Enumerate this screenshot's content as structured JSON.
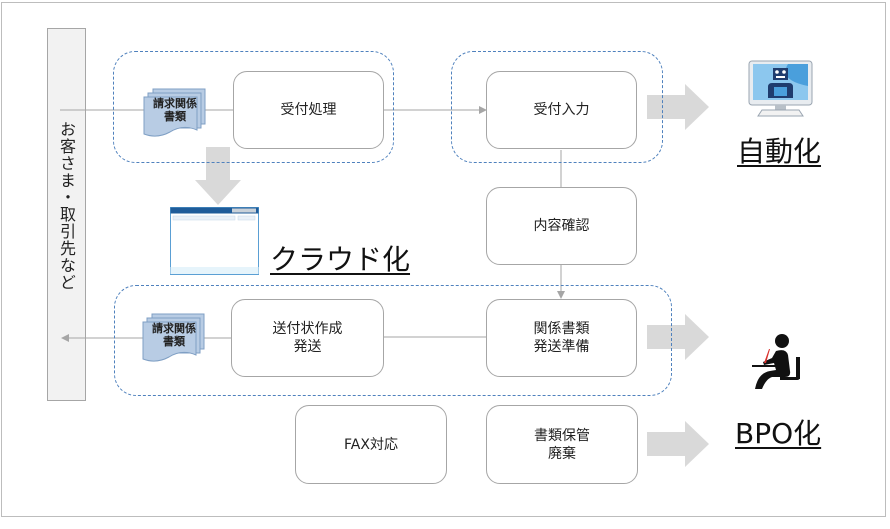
{
  "lane": {
    "label": "お客さま・取引先など"
  },
  "documents": {
    "incoming": "請求関係\n書類",
    "outgoing": "請求関係\n書類"
  },
  "boxes": {
    "uketsuke_shori": "受付処理",
    "uketsuke_nyuryoku": "受付入力",
    "naiyo_kakunin": "内容確認",
    "soufujo_sakusei": "送付状作成\n発送",
    "kankei_shorui": "関係書類\n発送準備",
    "fax": "FAX対応",
    "shorui_hokan": "書類保管\n廃棄"
  },
  "outcomes": {
    "automation": "自動化",
    "cloud": "クラウド化",
    "bpo": "BPO化"
  },
  "icons": {
    "automation": "robot-computer-icon",
    "cloud": "browser-window-icon",
    "bpo": "person-writing-at-desk-icon"
  },
  "colors": {
    "group_border": "#4f81bd",
    "document_fill": "#b8cce4",
    "arrow_fill": "#d9d9d9",
    "connector": "#a6a6a6",
    "lane_fill": "#f2f2f2"
  }
}
